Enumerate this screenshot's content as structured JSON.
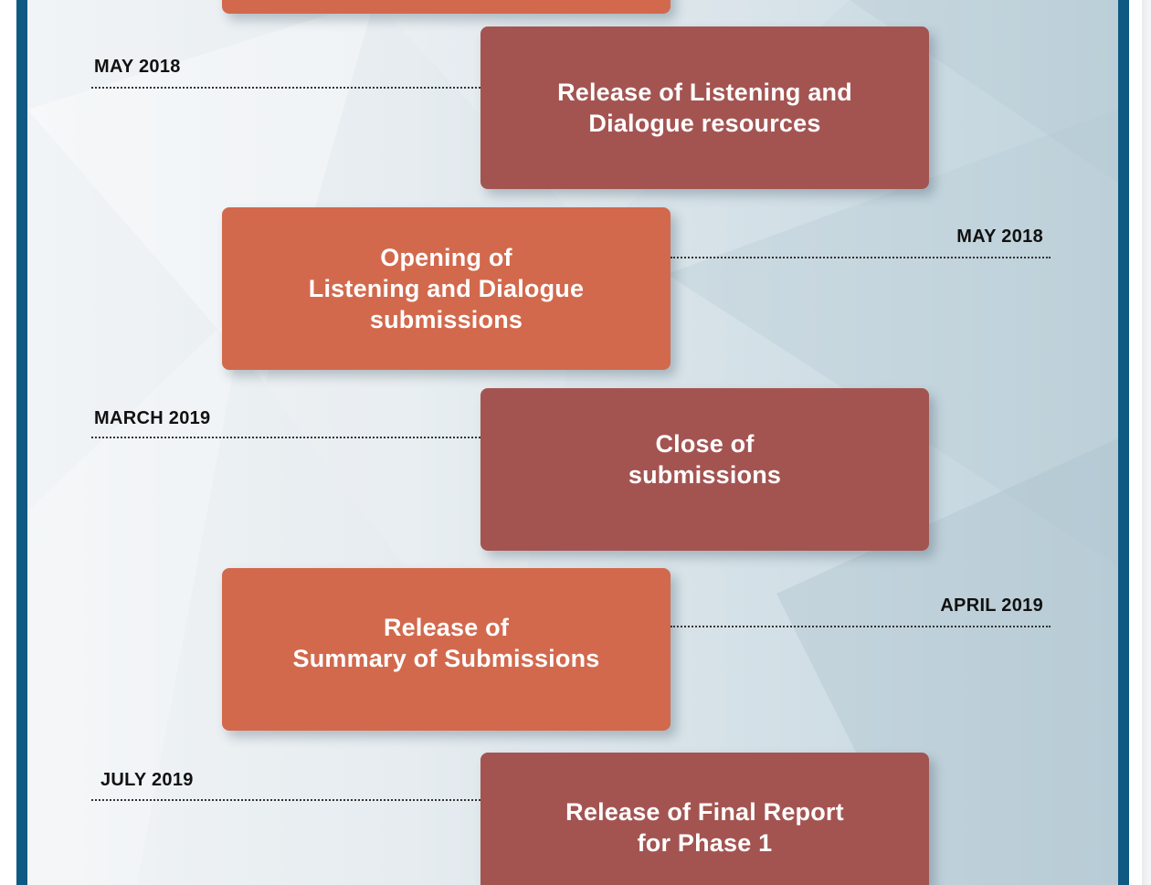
{
  "timeline": {
    "events": [
      {
        "date": "MAY 2018",
        "label": "Release of Listening and\nDialogue resources",
        "color": "#a35451"
      },
      {
        "date": "MAY 2018",
        "label": "Opening of\nListening and Dialogue\nsubmissions",
        "color": "#d2694d"
      },
      {
        "date": "MARCH 2019",
        "label": "Close of\nsubmissions",
        "color": "#a35451"
      },
      {
        "date": "APRIL 2019",
        "label": "Release of\nSummary of Submissions",
        "color": "#d2694d"
      },
      {
        "date": "JULY 2019",
        "label": "Release of Final Report\nfor Phase 1",
        "color": "#a35451"
      }
    ]
  },
  "colors": {
    "frame": "#0e5a82",
    "box_orange": "#d2694d",
    "box_maroon": "#a35451"
  }
}
